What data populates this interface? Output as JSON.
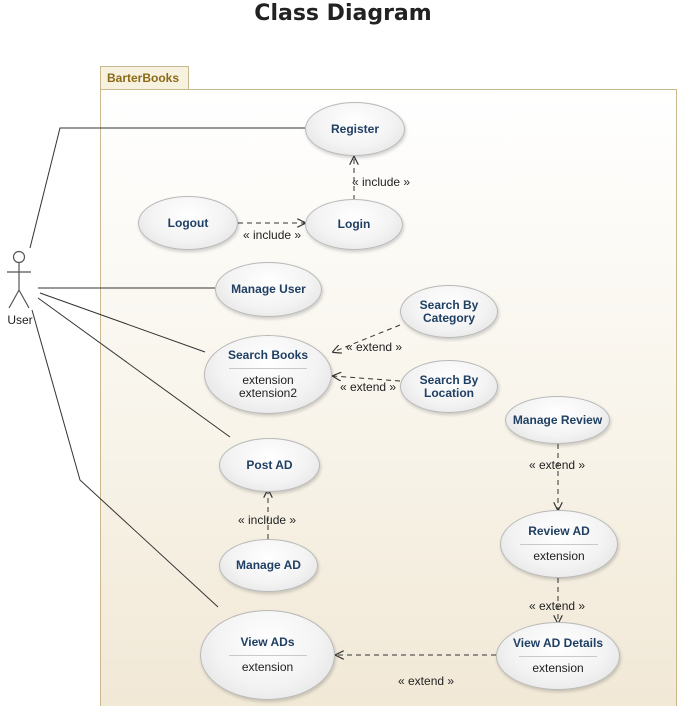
{
  "title": "Class Diagram",
  "package": {
    "name": "BarterBooks"
  },
  "actor": {
    "name": "User",
    "icon": "stick-figure-icon"
  },
  "use_cases": {
    "register": {
      "name": "Register"
    },
    "login": {
      "name": "Login"
    },
    "logout": {
      "name": "Logout"
    },
    "manage_user": {
      "name": "Manage User"
    },
    "search_books": {
      "name": "Search Books",
      "extension_points": [
        "extension",
        "extension2"
      ]
    },
    "search_by_category": {
      "name": "Search By Category",
      "line1": "Search By",
      "line2": "Category"
    },
    "search_by_location": {
      "name": "Search By Location",
      "line1": "Search By",
      "line2": "Location"
    },
    "post_ad": {
      "name": "Post AD"
    },
    "manage_ad": {
      "name": "Manage AD"
    },
    "view_ads": {
      "name": "View ADs",
      "extension_points": [
        "extension"
      ]
    },
    "manage_review": {
      "name": "Manage Review"
    },
    "review_ad": {
      "name": "Review AD",
      "extension_points": [
        "extension"
      ]
    },
    "view_ad_details": {
      "name": "View AD Details",
      "extension_points": [
        "extension"
      ]
    }
  },
  "relationships": {
    "login_register": "« include »",
    "logout_login": "« include »",
    "category_search": "« extend »",
    "location_search": "« extend »",
    "managead_postad": "« include »",
    "managereview_reviewad": "« extend »",
    "reviewad_details": "« extend »",
    "details_viewads": "« extend »"
  },
  "colors": {
    "use_case_text": "#1f3f63",
    "package_label": "#8a6a16",
    "package_border": "#c8b98c"
  }
}
